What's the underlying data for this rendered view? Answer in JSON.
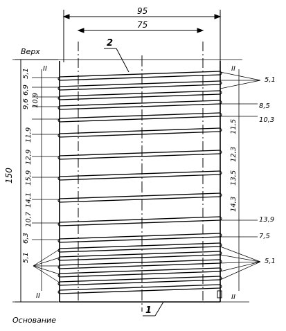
{
  "labels": {
    "top": "Верх",
    "bottom": "Основание",
    "callout_1": "1",
    "callout_2": "2"
  },
  "dims": {
    "outer_width": "95",
    "inner_width": "75",
    "total_height": "150",
    "section_mark": "II"
  },
  "left_spacings": [
    "5,1",
    "6,9",
    "9,6",
    "10,9",
    "11,9",
    "12,9",
    "15,9",
    "14,1",
    "10,7",
    "6,3",
    "5,1"
  ],
  "right_spacings": [
    "5,1",
    "8,5",
    "10,3",
    "11,5",
    "12,3",
    "13,5",
    "14,3",
    "13,9",
    "7,5",
    "5,1"
  ],
  "colors": {
    "line": "#000000",
    "background": "#ffffff"
  }
}
